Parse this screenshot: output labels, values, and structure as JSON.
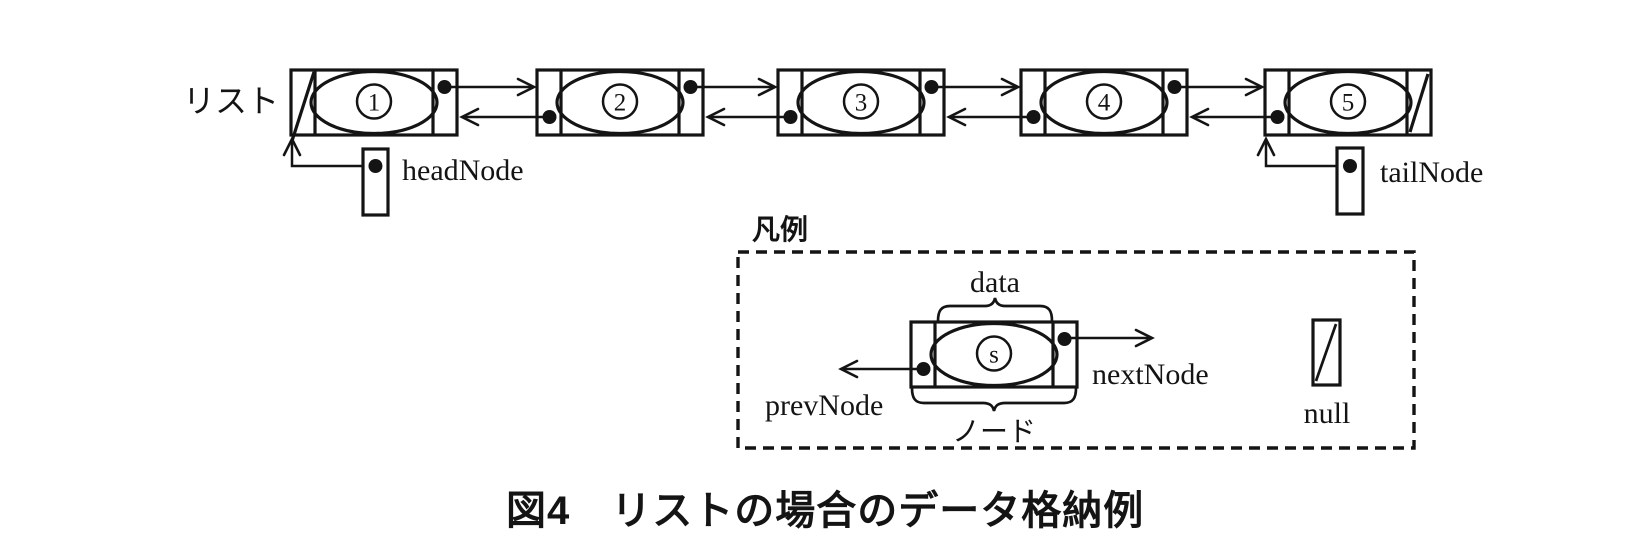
{
  "figure": {
    "ink_color": "#141414",
    "list_label": "リスト",
    "head_pointer_label": "headNode",
    "tail_pointer_label": "tailNode",
    "nodes": [
      {
        "value": "1",
        "prev_null": true,
        "next_null": false
      },
      {
        "value": "2",
        "prev_null": false,
        "next_null": false
      },
      {
        "value": "3",
        "prev_null": false,
        "next_null": false
      },
      {
        "value": "4",
        "prev_null": false,
        "next_null": false
      },
      {
        "value": "5",
        "prev_null": false,
        "next_null": true
      }
    ],
    "legend": {
      "title": "凡例",
      "sample_value": "s",
      "data_label": "data",
      "node_label": "ノード",
      "next_pointer_label": "nextNode",
      "prev_pointer_label": "prevNode",
      "null_label": "null"
    },
    "caption": "図4　リストの場合のデータ格納例"
  }
}
